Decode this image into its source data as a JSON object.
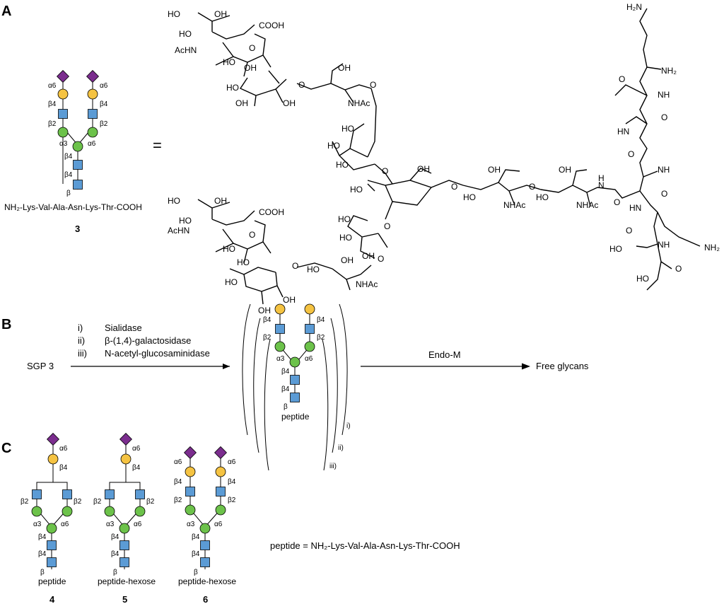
{
  "panels": {
    "a": "A",
    "b": "B",
    "c": "C"
  },
  "colors": {
    "sialic_acid": "#7b2d8e",
    "galactose": "#f5c342",
    "glcnac": "#5b9bd5",
    "mannose": "#6cc24a",
    "outline": "#000000"
  },
  "panel_a": {
    "linkages": {
      "a6": "α6",
      "b4": "β4",
      "b2": "β2",
      "a3": "α3",
      "b": "β"
    },
    "peptide_left": "NH₂-Lys-Val-Ala-Asn-Lys-Thr-COOH",
    "compound": "3",
    "equals": "=",
    "atoms": {
      "ho": "HO",
      "oh": "OH",
      "cooh": "COOH",
      "achn": "AcHN",
      "nhac": "NHAc",
      "o": "O",
      "n": "N",
      "h": "H",
      "nh": "NH",
      "hn": "HN",
      "h2n": "H₂N",
      "nh2": "NH₂"
    }
  },
  "panel_b": {
    "start": "SGP 3",
    "steps": [
      "i)",
      "ii)",
      "iii)"
    ],
    "enzymes": [
      "Sialidase",
      "β-(1,4)-galactosidase",
      "N-acetyl-glucosaminidase"
    ],
    "peptide": "peptide",
    "endo": "Endo-M",
    "product": "Free glycans",
    "bracket_labels": [
      "i)",
      "ii)",
      "iii)"
    ]
  },
  "panel_c": {
    "compounds": [
      {
        "id": "4",
        "label": "peptide"
      },
      {
        "id": "5",
        "label": "peptide-hexose"
      },
      {
        "id": "6",
        "label": "peptide-hexose"
      }
    ],
    "definition": "peptide = NH₂-Lys-Val-Ala-Asn-Lys-Thr-COOH"
  }
}
